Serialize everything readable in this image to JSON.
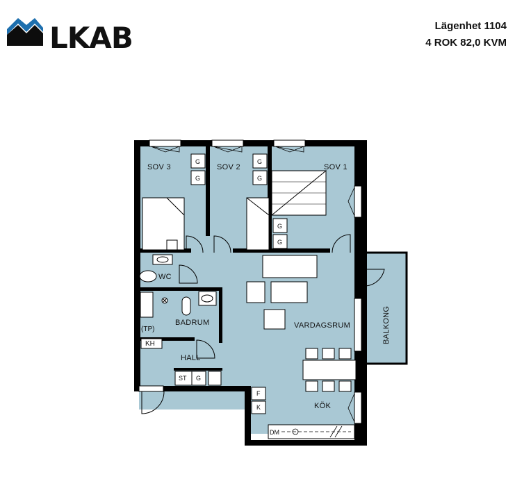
{
  "brand": {
    "name": "LKAB"
  },
  "header": {
    "apartment": "Lägenhet 1104",
    "size": "4 ROK 82,0 KVM"
  },
  "colors": {
    "floor": "#a9c8d4",
    "wall": "#000000",
    "furniture": "#ffffff"
  },
  "rooms": {
    "sov3": "SOV 3",
    "sov2": "SOV 2",
    "sov1": "SOV 1",
    "wc": "WC",
    "badrum": "BADRUM",
    "tp": "(TP)",
    "kh": "KH",
    "hall": "HALL",
    "vardagsrum": "VARDAGSRUM",
    "balkong": "BALKONG",
    "kok": "KÖK"
  },
  "fixtures": {
    "g": "G",
    "st": "ST",
    "f": "F",
    "k": "K",
    "dm": "DM"
  }
}
